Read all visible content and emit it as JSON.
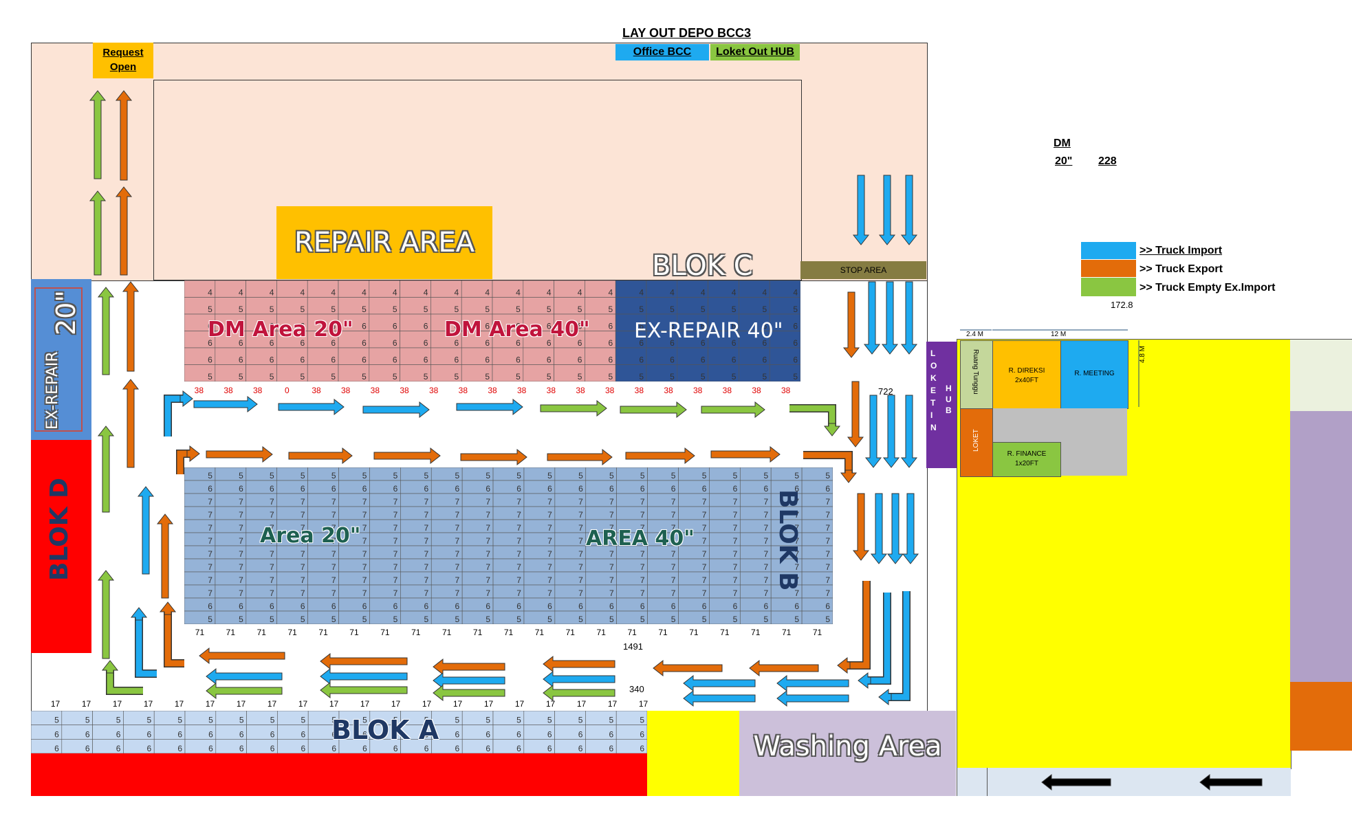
{
  "title": "LAY OUT DEPO BCC3",
  "colors": {
    "import": "#1eaaf0",
    "export": "#e36c0a",
    "empty": "#8ac641",
    "peach": "#fce4d6",
    "red": "#ff0000",
    "yellow": "#ffff00",
    "repair": "#ffc000",
    "dm_red": "#e6a3a3",
    "ex_repair": "#2f5597",
    "grid_blue": "#95b3d7",
    "blok_a": "#c5d9f1",
    "washing": "#ccc0da",
    "purple": "#7030a0",
    "olive": "#857c42",
    "gray": "#bfbfbf"
  },
  "header": {
    "request": "Request",
    "open": "Open",
    "office_bcc": "Office BCC",
    "loket_out_hub": "Loket Out HUB"
  },
  "summary": {
    "dm": "DM",
    "size": "20\"",
    "count": "228"
  },
  "legend": {
    "import": ">> Truck Import",
    "export": ">> Truck Export",
    "empty": ">> Truck Empty Ex.Import",
    "value": "172.8"
  },
  "areas": {
    "repair": "REPAIR AREA",
    "blok_c": "BLOK C",
    "stop": "STOP AREA",
    "ex_repair_20": "EX-REPAIR",
    "size_20": "20\"",
    "dm20": "DM Area 20\"",
    "dm40": "DM Area 40\"",
    "ex_repair_40": "EX-REPAIR 40\"",
    "blok_d": "BLOK D",
    "area20": "Area 20\"",
    "area40": "AREA 40\"",
    "blok_b": "BLOK B",
    "blok_a": "BLOK A",
    "washing": "Washing Area",
    "loket_in": "L O K E T I N",
    "hub": "H U B"
  },
  "office": {
    "dim1": "2.4 M",
    "dim2": "12 M",
    "dim3": "4.8 M",
    "ruang_tunggu": "Ruang Tunggu",
    "direksi_1": "R. DIREKSI",
    "direksi_2": "2x40FT",
    "meeting": "R. MEETING",
    "loket": "LOKET",
    "finance_1": "R. FINANCE",
    "finance_2": "1x20FT"
  },
  "top_grid": {
    "rows": [
      "4",
      "5",
      "6",
      "6",
      "6",
      "5"
    ],
    "totals": [
      "38",
      "38",
      "38",
      "0",
      "38",
      "38",
      "38",
      "38",
      "38",
      "38",
      "38",
      "38",
      "38",
      "38",
      "38",
      "38",
      "38",
      "38",
      "38",
      "38",
      "38"
    ],
    "sum": "722"
  },
  "mid_grid": {
    "rows": [
      "5",
      "6",
      "7",
      "7",
      "7",
      "7",
      "7",
      "7",
      "7",
      "7",
      "6",
      "5"
    ],
    "totals": [
      "71",
      "71",
      "71",
      "71",
      "71",
      "71",
      "71",
      "71",
      "71",
      "71",
      "71",
      "71",
      "71",
      "71",
      "71",
      "71",
      "71",
      "71",
      "71",
      "71",
      "71"
    ],
    "sum": "1491"
  },
  "bottom_grid": {
    "rows": [
      "5",
      "6",
      "6"
    ],
    "totals": [
      "17",
      "17",
      "17",
      "17",
      "17",
      "17",
      "17",
      "17",
      "17",
      "17",
      "17",
      "17",
      "17",
      "17",
      "17",
      "17",
      "17",
      "17",
      "17",
      "17"
    ],
    "sum": "340"
  }
}
